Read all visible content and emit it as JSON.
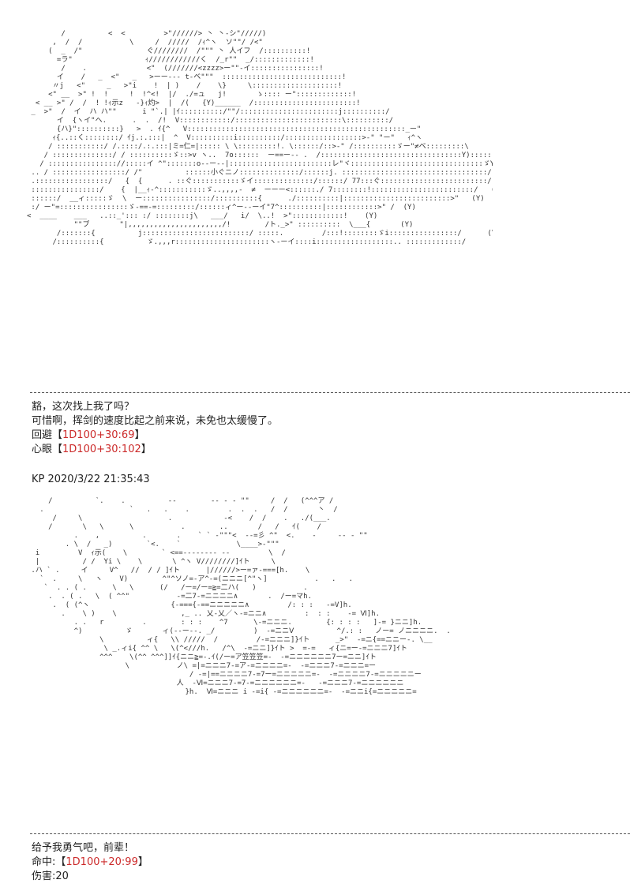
{
  "art_top": "        /          <  <         >\"//////> 丶 丶-シ\"/////)\n      ,  /  /           \\     /  /////  /ｨ^ヽ  ソ\"\"/ /<\"\n     (  _  /\"               ぐ////////  /\"\"\" 丶 人イフ  /::::::::::!\n       =ラ\"                 ｨ////////////く  /_r\"\"  _/:::::::::::::!\n        /    .              <\"  (///////<zzzz>ー\"\"-イ::::::::::::::::!\n       イ    /   _  <\"   _   >ーー--- t-ベ\"\"\"  ::::::::::::::::::::::::::::!\n      〃j   <\"     _   >\"i    !  | )    /    \\}     \\::::::::::::::::::::!\n     <\" __  >\" !  !     !  !^<!  |/  ./=ュ   j!       ゝ:::: ー\":::::::::::::!\n  < __ >\" /  /  ! !ｨ示z   -}ｨ灼>  |  /(   {Y)______  /::::::::::::::::::::::::!\n _  >\"  /  イ  ハ ハ\"\"      i \"`.| |ｲ::::::::::/\"\"/:::::::::::::::::::::::j::::::::::/\n       イ  {ヽイ\"ヘ.      .  .  /!  V::::::::::::/:::::::::::::::::::::::::\\::::::::::/\n       {ハ}\"::::::::::}   >  . ｲ{^   V:::::::::::::::::::::::::::::::::::::::::::::::::::_ー\"\n      ｨ{..::く::::::::/ ｲj.:.:::|  ^  V::::::::::i::::::::::/::::::::::::::::::>-\" \"ー\"   ｨ^ヽ\n     / :::::::::::/ /.::::/.:.:::|ミ=仁=|::::: \\ \\:::::::::!. \\::::::/::>-\" /::::::::::ゞー\"≠ベ:::::::::\\\n    / ::::::::::::::/ / ::::::::::ゞ::>v ヽ..  7o::::::  ー==ー-- .  /:::::::::::::::::::::::::::::::::Y)::::::::/\n   / :::::::::::::::://:::::イ ^\":::::::o--ー--|::::::::::::::::::::::::レ\"ヾ:::::::::::::::::::::::::::::::ゞY)/\n .. / :::::::::::::::::/ /\"          ::::::小ぐニノ::::::::::::::/::::::j. ::::::::::::::::::::::::::::::::::/  (Y)\n .:::::::::::::::::/   {  {      . ::ぐ:::::::::::ゞイ::::::::::::::/::::::/ 77:::ぐ:::::::::::::::::::::::::/   (Y)\n ::::::::::::::::/    {  |__ｨ-^:::::::::::ゞ..,,,,-  ≠  ーーー<::::::./ 7::::::::!::::::::::::::::::::::::/   (Y)\n ::::::/  __ィ:::::ゞ  \\  ー::::::::::::::::/::::::::::{      ./::::::::::|:::::::::::::::::::::::::>\"   (Y)\n :/ ー\"=::::::::::::::::ゞ-==-=:::::::::/::::::ィ^ー--ーイ\"7^::::::::::|::::::::::::>\" /  (Y)\n<  ____    ___   ..::_'::: :/ ::::::::j\\   ___/   i/  \\..!  >\"::::::::::::!    (Y)\n           \"\"ブ       \"|,,,,,,,,,,,,,,,,,,,,,,/!        /ト._>\" ::::::::::  \\___{       (Y)\n       /:::::::{          j:::::::::::::::::::::::::/ :::::.         /:::!::::::::ゞi::::::::::::::::/      (Y)\n      /::::::::::{          ゞ.,,,r::::::::::::::::::::::ヽ-ーイ::::i::::::::::::::::::.. :::::::::::::/      (Y)",
  "message_top": [
    "豁，这次找上我了吗？",
    "可惜啊，挥剑的速度比起之前来说，未免也太缓慢了。"
  ],
  "rolls_top": [
    {
      "label": "回避【",
      "dice": "1D100+30:69",
      "close": "】"
    },
    {
      "label": "心眼【",
      "dice": "1D100+30:102",
      "close": "】"
    }
  ],
  "kp_timestamp": "KP 2020/3/22 21:35:43",
  "art_bottom": "     /          `.    .          --        -- - - \"\"     /  /   (^^^ア /\n   .                    `   .   .    .         .  .  .   /  /       丶  /\n      /     \\                    .            -<    /  /    .   ./(___.\n     /       \\   \\      \\           .        ..       /   /   ｲ(    /\n           .    ,          .       .    ` ` -\"\"\"<  --=彡 ^\"  <.    -     -- - \"\"\n         . \\  /   _)        `<.    `             \\____>-\"\"\"\n  i         V  ｨ示(    \\        ` <==-------- --         \\  /\n  |          / /  Yi \\    \\       \\ ^ヽ V////////]ｲト     \\\n .ハ ` .     イ     V^   //  / / ]ｲト      |//////>ー=ァ-===[h.    \\\n   `  .     \\   ヽ    V)        ^\"^ソノ=-ア^-=(ニニニ[^\"ヽ]           .   .   .\n    `  . . ( .      \\   \\      (/   /ー=/ー=≧=二ハ(   )           .\n     .  . ( .   \\  ( ^^\"           -=二7-=ニニニニ∧       .  /ー=マh.\n      .  ( (^ヽ                   {-==={-==ニニニニニ∧         /: : :   -=V]h.\n        .    \\ )    \\               ,_ .. 乂-乂／ヽ-=ニニ∧         :  : :    -= Ⅵ]h.\n           . .   r         .        : : :    ^7      \\-=ニニニ.        {: : : :   ]-= }ニニ]h.\n           ^)          ゞ       ィ(--ー--. _/         )  -=ニニⅤ          ^/.: :   ノー= ノニニニニ.  .\n                 \\          ィ{   \\\\ /////  /         /-=ニニニ]}ｲト      _>\"  -=ニ{==ニニー-. \\__\n                  \\ _.ィi{ ^^ \\   \\(^<///h.   /^\\  -=ニニ]}ｲト >  =-=   ィ{ニ=ー-=ニニニ7]ｲト\n                 ^^^    \\(^^ ^^^]]ｲ{ニニ≧=-.ｲ(/ー=ア笠笠笠=-  -=ニニニニニニ7ー=ニニ]ｲト\n                       \\           ノ\\ =|=ニニニ7-=ア-=ニニニニ=-  -=ニニニ7-=ニニニ=ー\n                                      / -=|==ニニニニ7-=7ー=ニニニニニ=-  -=ニニニニ7-=ニニニニニー\n                                   人  -Ⅵ=ニニニ7-=7-=ニニニニニニ=-   -=ニニニ7-=ニニニニニニ\n                                     }h.  Ⅵ=ニニニ i -=i{ -=ニニニニニニ=-  -=ニニi{=ニニニニニ=",
  "message_bottom": [
    "给予我勇气吧，前辈！"
  ],
  "rolls_bottom": [
    {
      "label": "命中:【",
      "dice": "1D100+20:99",
      "close": "】"
    }
  ],
  "damage_line": "伤害:20",
  "colors": {
    "dice_text": "#cc2a2a",
    "body_text": "#222222",
    "art_text": "#333333",
    "divider": "#555555"
  }
}
